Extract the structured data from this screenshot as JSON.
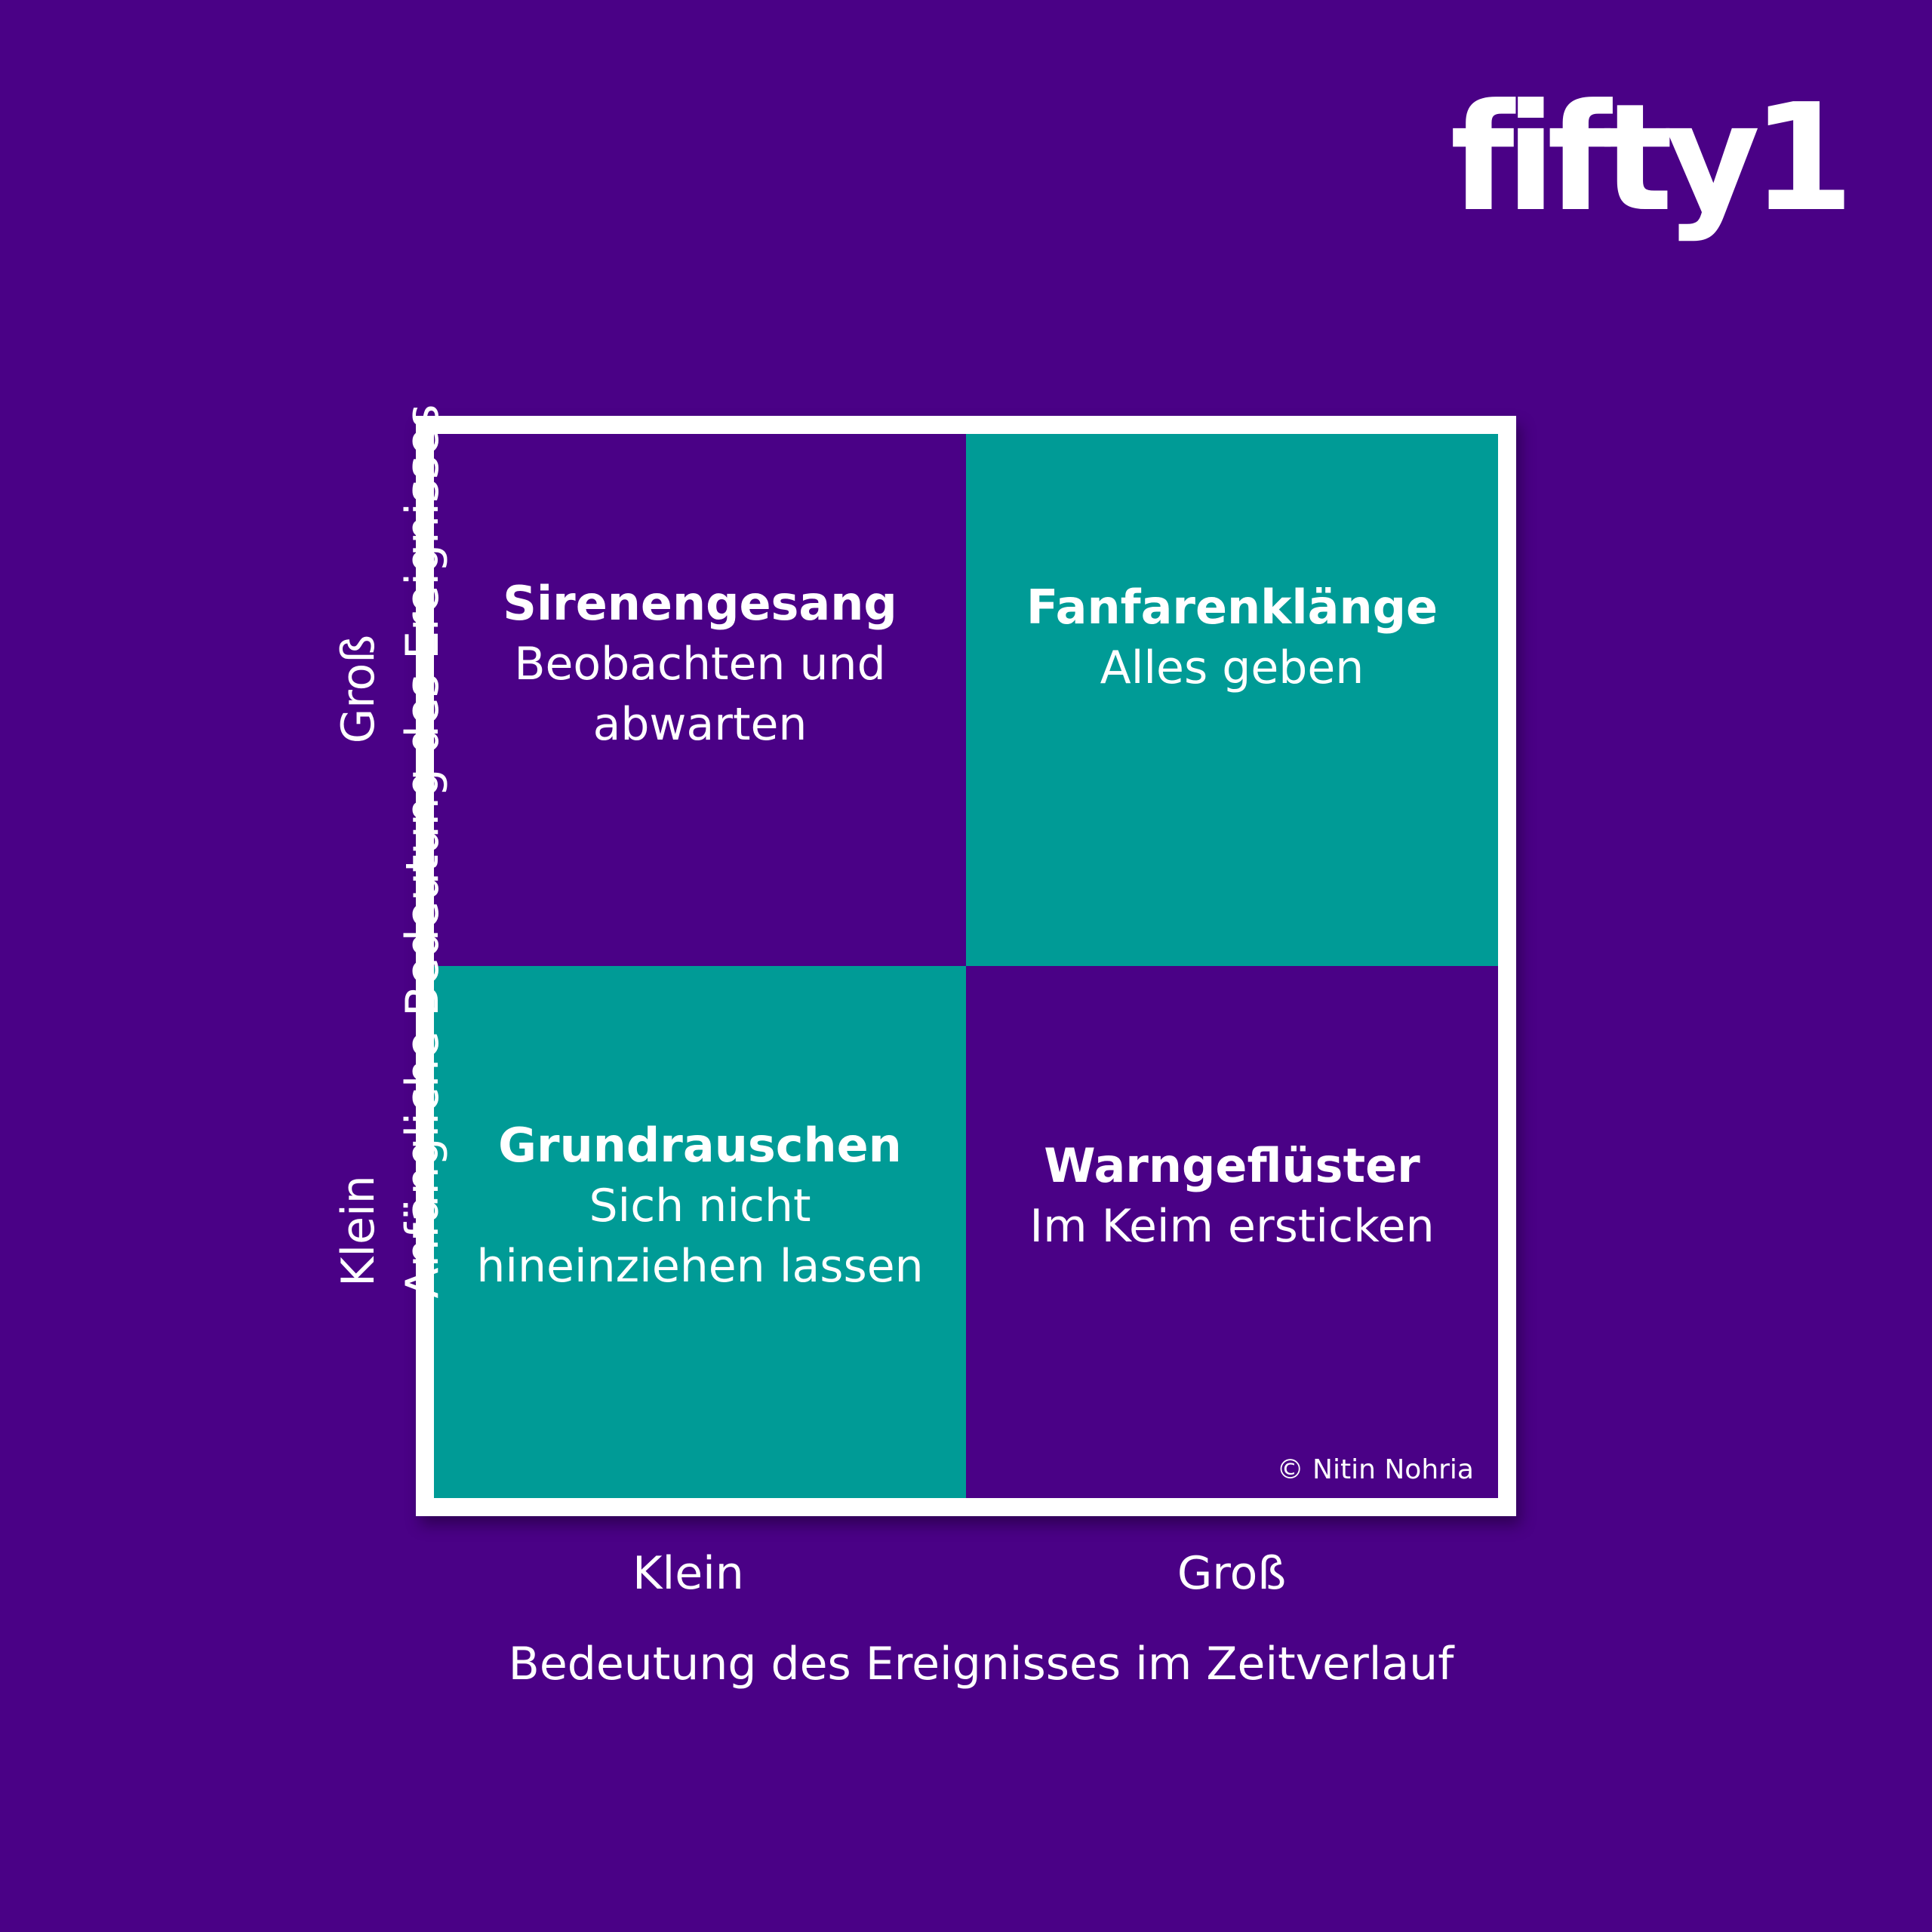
{
  "brand": {
    "logo_text": "fifty1"
  },
  "colors": {
    "background": "#4a0186",
    "teal": "#009b96",
    "frame": "#ffffff",
    "text": "#ffffff"
  },
  "matrix": {
    "top_left": {
      "title": "Sirenengesang",
      "subtitle": "Beobachten und\nabwarten"
    },
    "top_right": {
      "title": "Fanfarenklänge",
      "subtitle": "Alles geben"
    },
    "bottom_left": {
      "title": "Grundrauschen",
      "subtitle": "Sich nicht\nhineinziehen lassen"
    },
    "bottom_right": {
      "title": "Warngeflüster",
      "subtitle": "Im Keim ersticken"
    },
    "copyright": "© Nitin Nohria"
  },
  "x_axis": {
    "label": "Bedeutung des Ereignisses im Zeitverlauf",
    "low": "Klein",
    "high": "Groß"
  },
  "y_axis": {
    "label": "Anfängliche Bedeutung des Ereignisses",
    "low": "Klein",
    "high": "Groß"
  }
}
